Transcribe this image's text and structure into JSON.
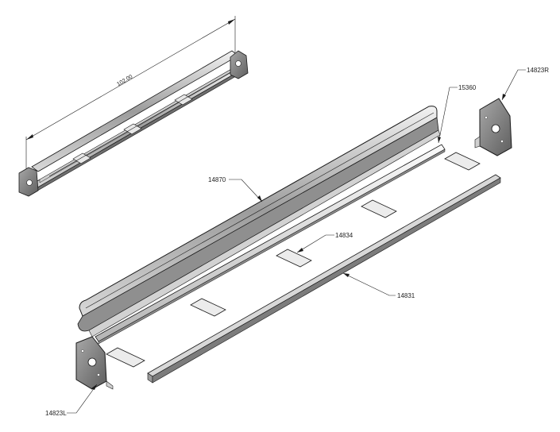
{
  "dimension": {
    "value": "102.00"
  },
  "callouts": {
    "part_14870": "14870",
    "part_15360": "15360",
    "part_14823R": "14823R",
    "part_14834": "14834",
    "part_14831": "14831",
    "part_14823L": "14823L"
  },
  "colors": {
    "line": "#1a1a1a",
    "light_fill": "#e6e6e6",
    "mid_fill": "#bdbdbd",
    "dark_fill": "#7a7a7a",
    "plate_fill": "#8a8a8a"
  }
}
